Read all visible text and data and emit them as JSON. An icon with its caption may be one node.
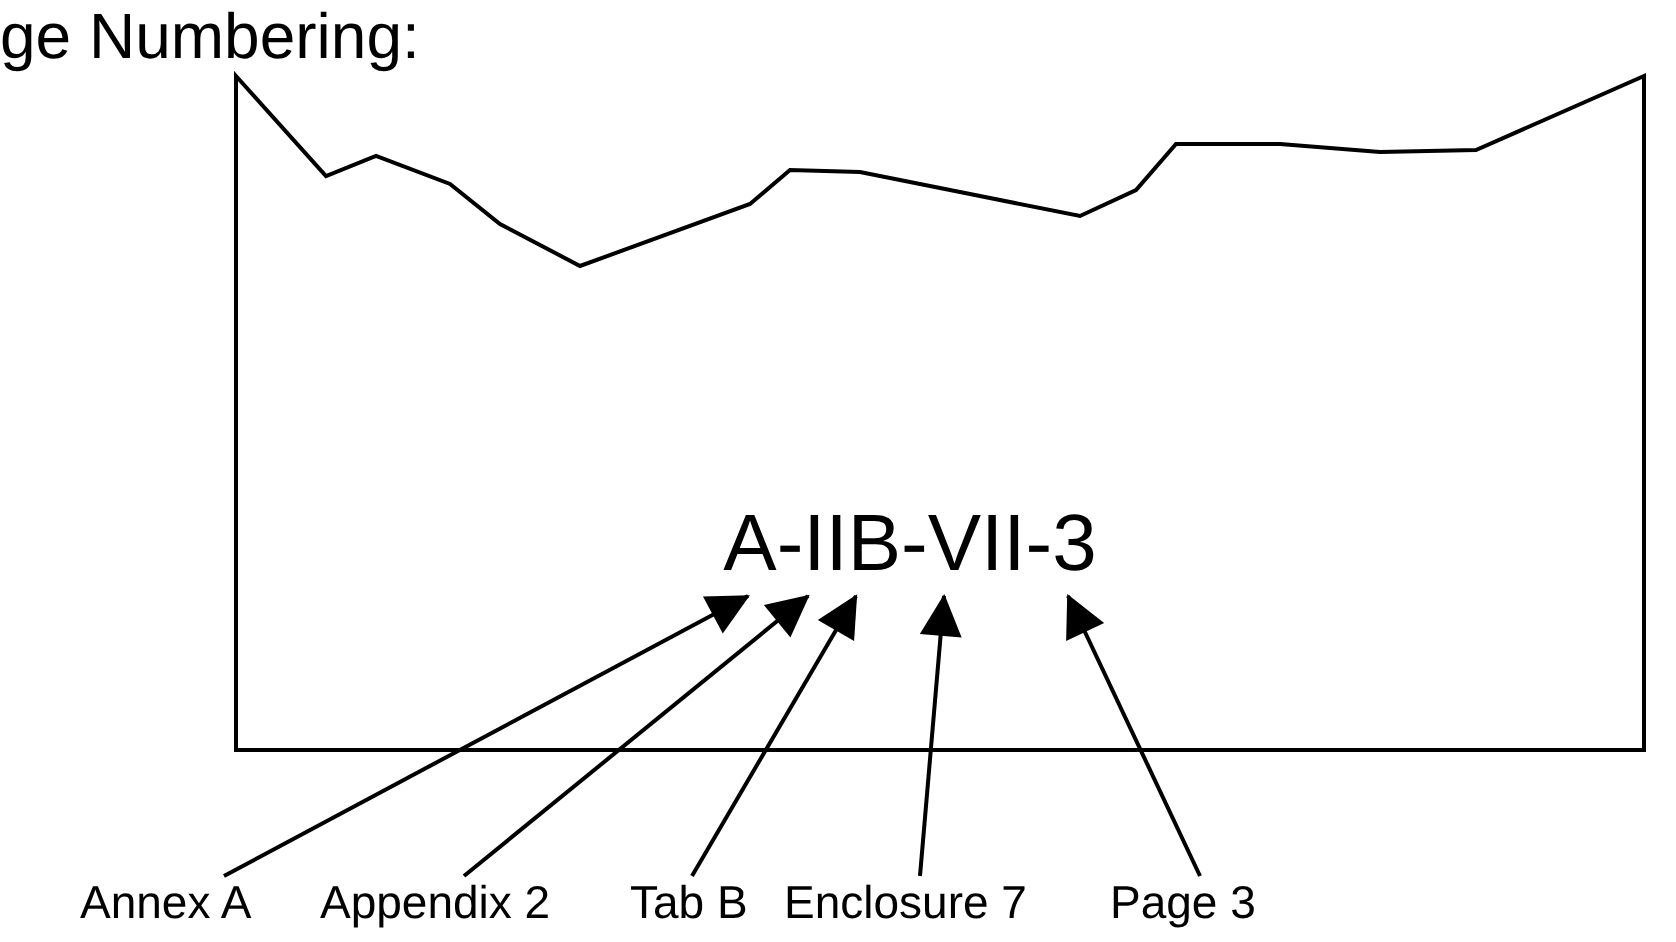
{
  "diagram": {
    "title": "ge Numbering:",
    "nodes": [
      {
        "text": [],
        "shape": "box"
      },
      {
        "text": [
          "A-IIB-VII-3"
        ],
        "in": 0
      },
      {
        "text": [
          "Annex A"
        ]
      },
      {
        "text": [
          "Appendix 2"
        ]
      },
      {
        "text": [
          "Tab B"
        ]
      },
      {
        "text": [
          "Enclosure 7"
        ]
      },
      {
        "text": [
          "Page 3"
        ]
      }
    ],
    "edges": [
      {
        "from": 2,
        "to": 1,
        "arrow": "to"
      },
      {
        "from": 3,
        "to": 1,
        "arrow": "to"
      },
      {
        "from": 4,
        "to": 1,
        "arrow": "to"
      },
      {
        "from": 5,
        "to": 1,
        "arrow": "to"
      },
      {
        "from": 6,
        "to": 1,
        "arrow": "to"
      }
    ]
  }
}
